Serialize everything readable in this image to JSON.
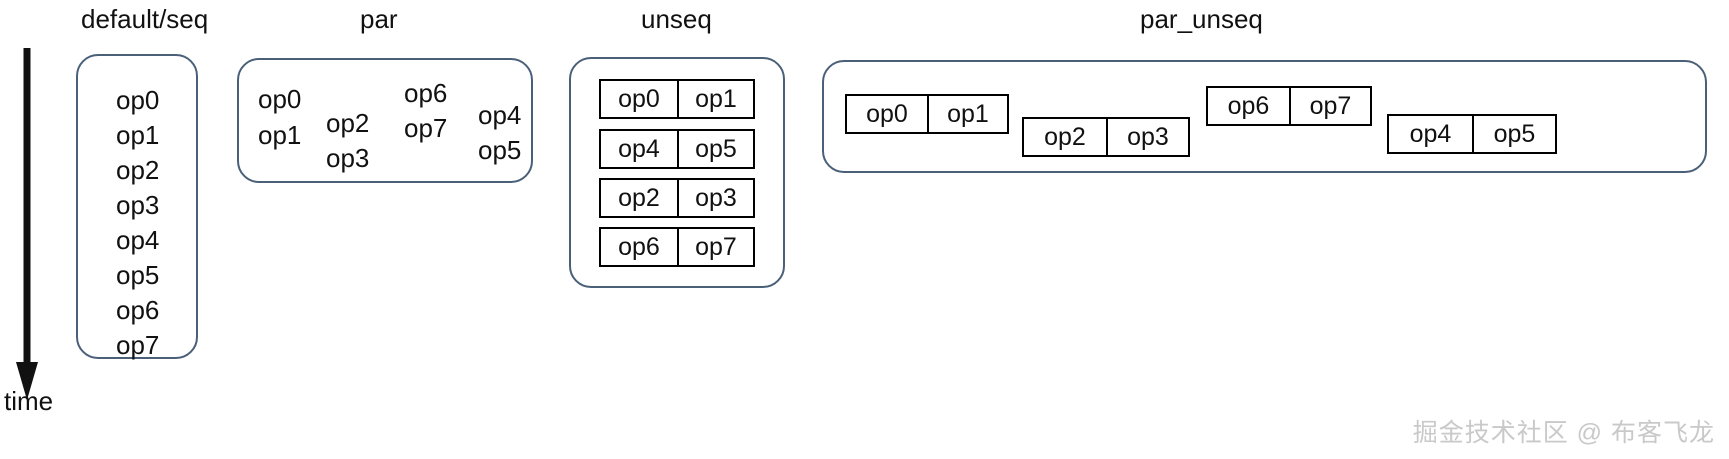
{
  "diagram": {
    "axis": {
      "label": "time",
      "icon": "down-arrow-icon",
      "direction": "down"
    },
    "colors": {
      "container_border": "#4a6079",
      "cell_border": "#000000",
      "text": "#111111",
      "watermark": "#c9c9c9",
      "background": "#ffffff"
    },
    "sections": [
      {
        "id": "default-seq",
        "title": "default/seq",
        "layout": "single-column-text",
        "columns": [
          {
            "ops": [
              "op0",
              "op1",
              "op2",
              "op3",
              "op4",
              "op5",
              "op6",
              "op7"
            ]
          }
        ]
      },
      {
        "id": "par",
        "title": "par",
        "layout": "staggered-columns-text",
        "columns": [
          {
            "ops": [
              "op0",
              "op1"
            ]
          },
          {
            "ops": [
              "op2",
              "op3"
            ]
          },
          {
            "ops": [
              "op6",
              "op7"
            ]
          },
          {
            "ops": [
              "op4",
              "op5"
            ]
          }
        ]
      },
      {
        "id": "unseq",
        "title": "unseq",
        "layout": "stacked-pairs",
        "rows": [
          {
            "cells": [
              "op0",
              "op1"
            ]
          },
          {
            "cells": [
              "op4",
              "op5"
            ]
          },
          {
            "cells": [
              "op2",
              "op3"
            ]
          },
          {
            "cells": [
              "op6",
              "op7"
            ]
          }
        ]
      },
      {
        "id": "par-unseq",
        "title": "par_unseq",
        "layout": "staggered-pairs",
        "groups": [
          {
            "cells": [
              "op0",
              "op1"
            ]
          },
          {
            "cells": [
              "op2",
              "op3"
            ]
          },
          {
            "cells": [
              "op6",
              "op7"
            ]
          },
          {
            "cells": [
              "op4",
              "op5"
            ]
          }
        ]
      }
    ],
    "watermark": "掘金技术社区 @ 布客飞龙"
  }
}
